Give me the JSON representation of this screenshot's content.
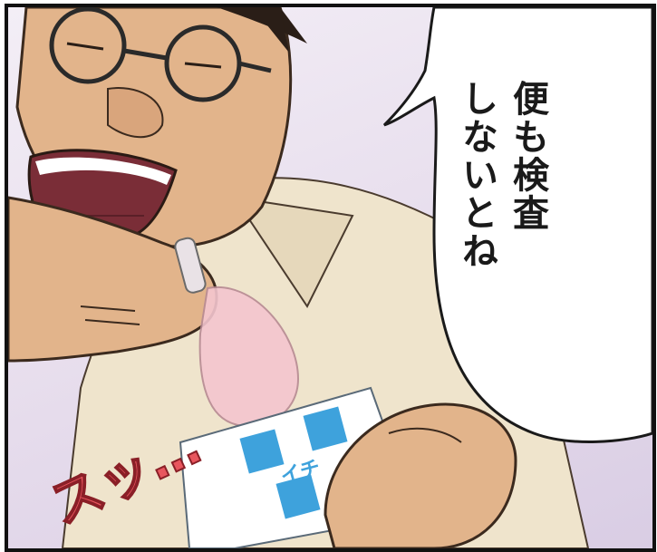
{
  "panel": {
    "speech_lines": [
      "便も検査",
      "しないとね"
    ],
    "sfx_text": "スッ…",
    "package_label": "イチ",
    "colors": {
      "border": "#111111",
      "background": "#e8dfee",
      "skin": "#e7c09b",
      "shirt": "#efe4cc",
      "package_blue": "#3ea2dc",
      "sfx_red": "#e8565e",
      "tube_pink": "#f4c6cf"
    }
  }
}
